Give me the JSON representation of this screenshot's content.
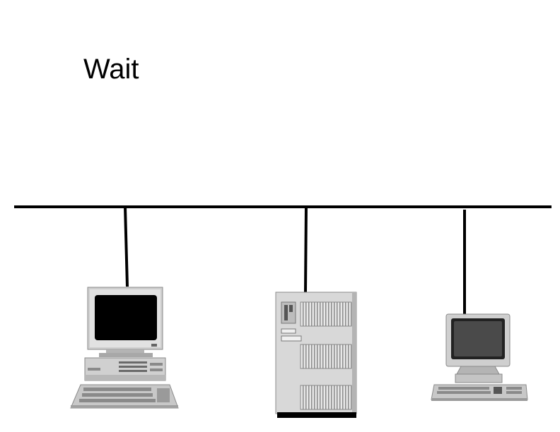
{
  "slide": {
    "title": "Wait"
  },
  "network": {
    "bus": "ethernet-bus-line",
    "nodes": [
      {
        "kind": "desktop-pc",
        "icon": "desktop-computer-icon"
      },
      {
        "kind": "tower-server",
        "icon": "server-tower-icon"
      },
      {
        "kind": "workstation",
        "icon": "monitor-keyboard-icon"
      }
    ]
  },
  "colors": {
    "line": "#000000",
    "case_light": "#d8d8d8",
    "case_mid": "#b4b4b4",
    "case_dark": "#7a7a7a",
    "screen": "#000000",
    "screen_gray": "#4a4a4a"
  }
}
